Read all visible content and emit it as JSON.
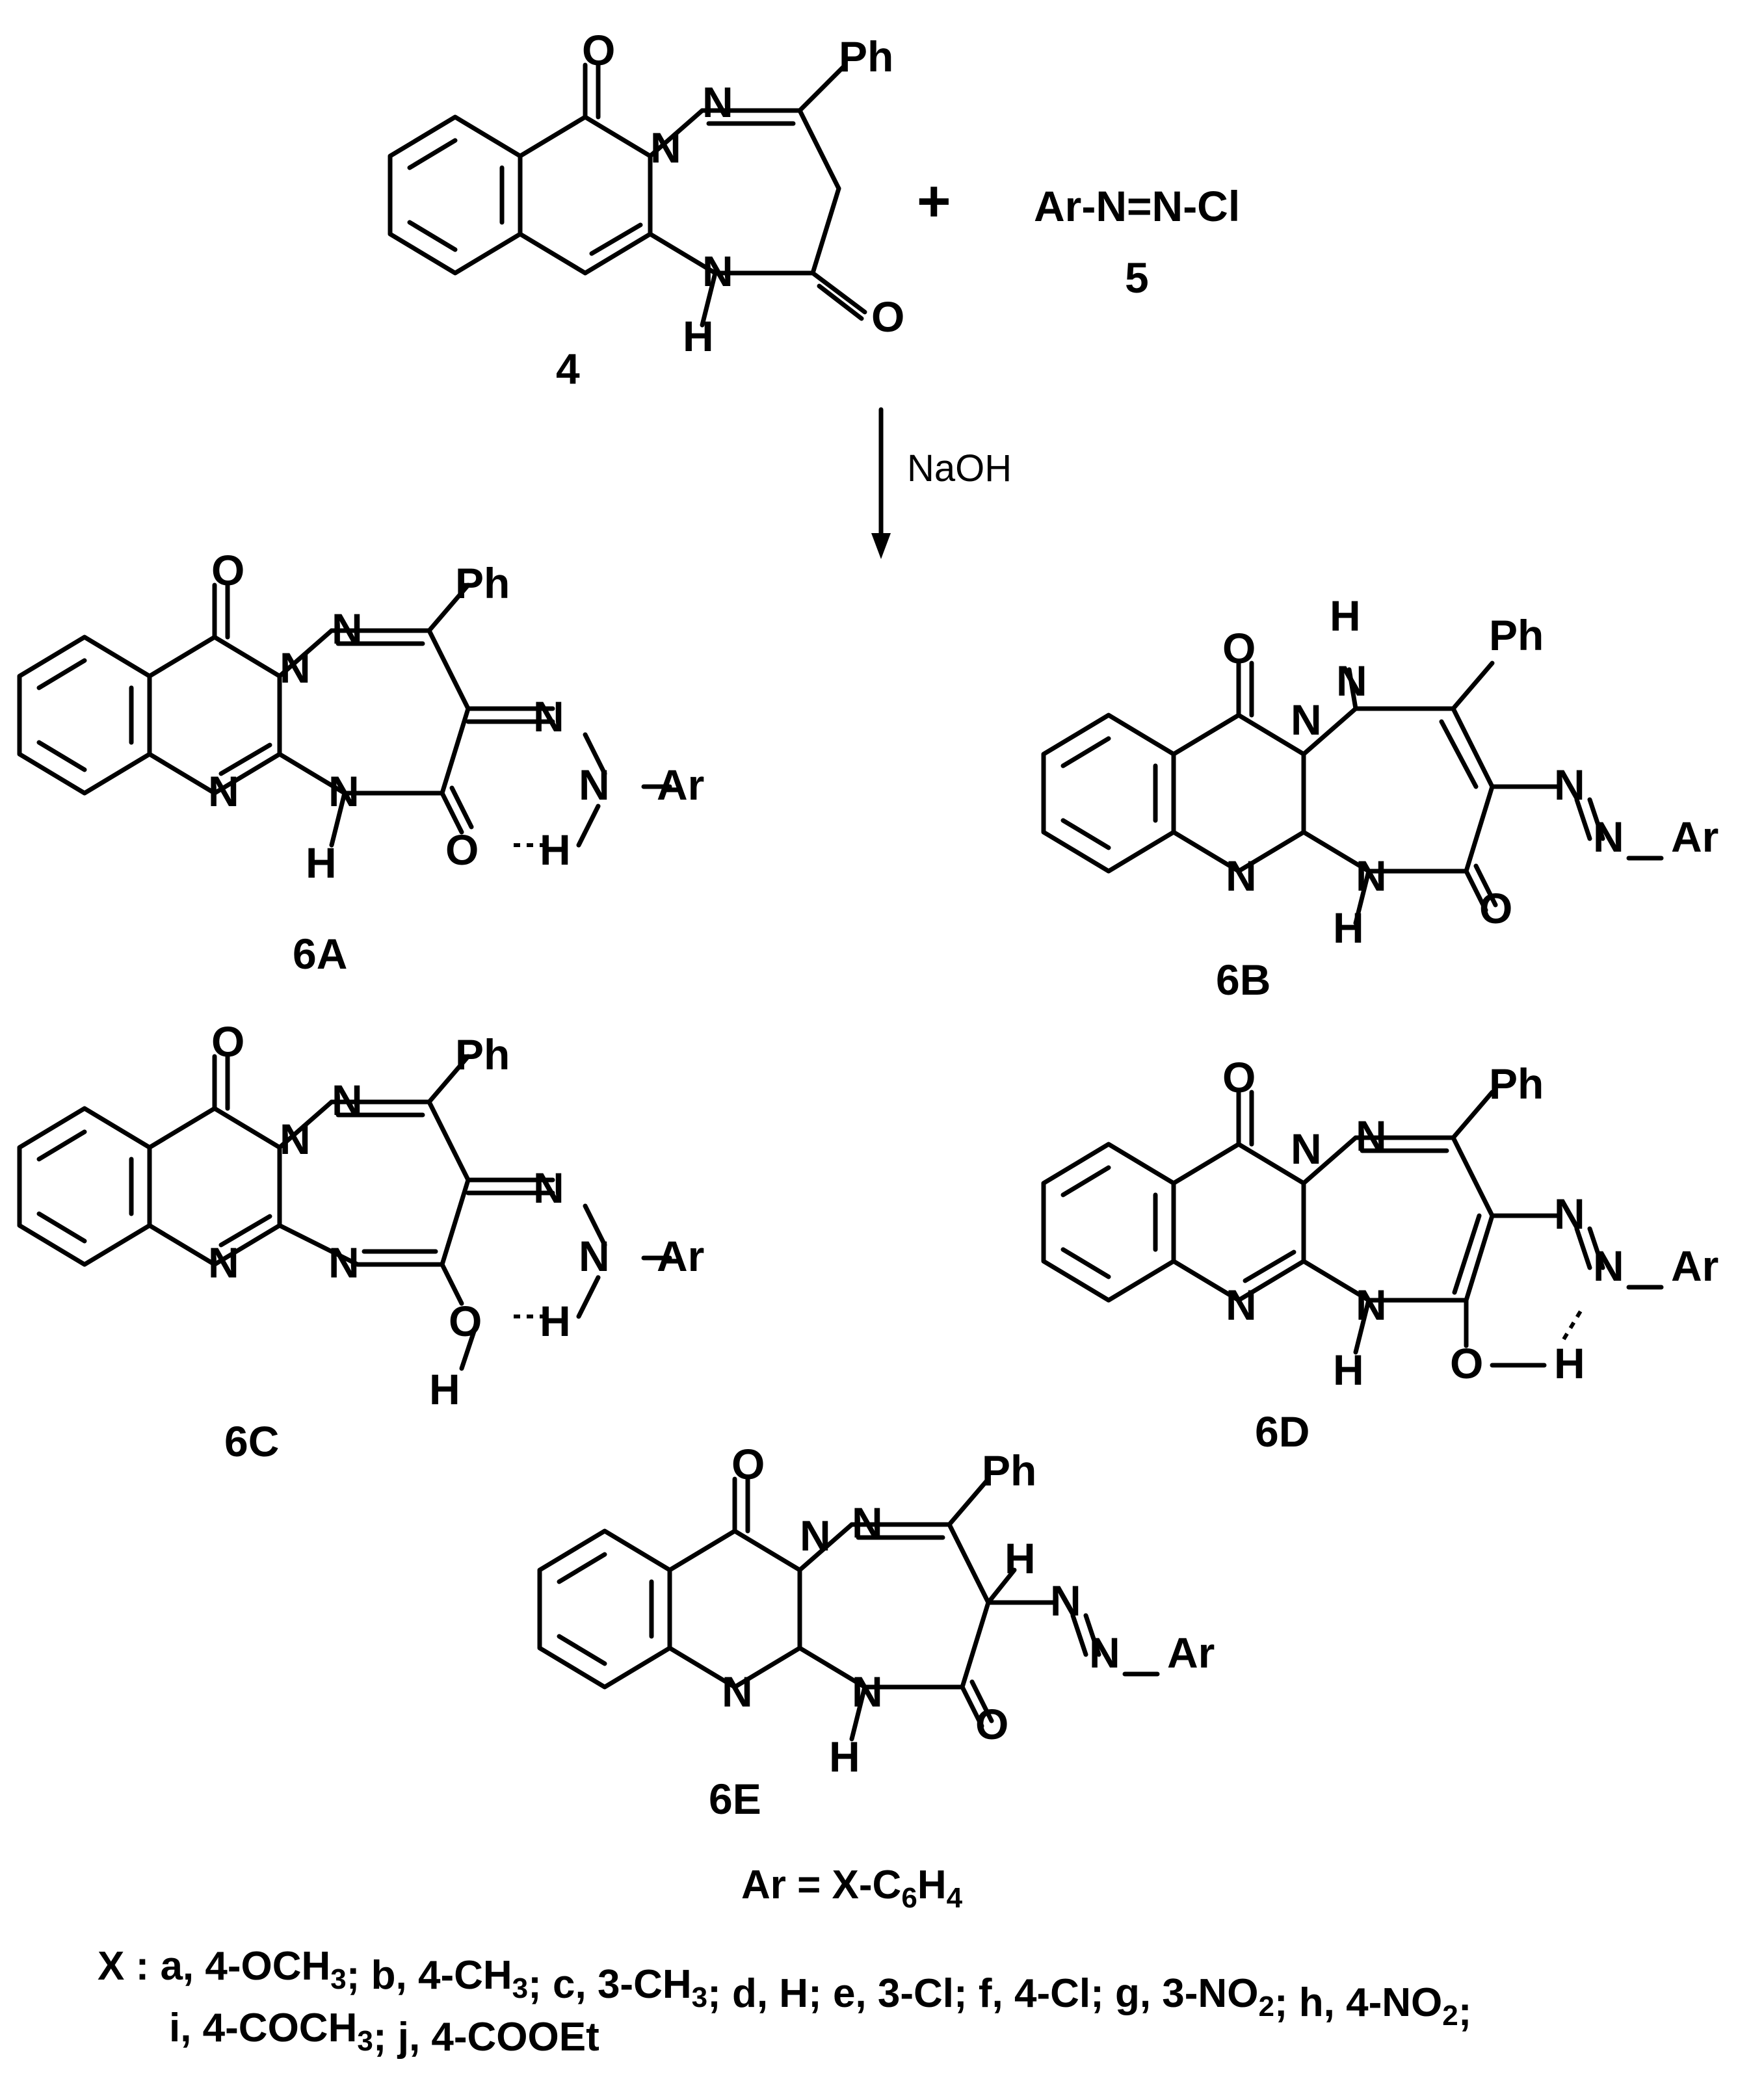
{
  "labels": {
    "O": "O",
    "N": "N",
    "NH_H": "H",
    "Ph": "Ph",
    "Ar": "Ar",
    "plus": "+",
    "reagent_5": "Ar-N=N-Cl",
    "condition": "NaOH"
  },
  "compounds": {
    "c4": "4",
    "c5": "5",
    "c6A": "6A",
    "c6B": "6B",
    "c6C": "6C",
    "c6D": "6D",
    "c6E": "6E"
  },
  "footnote": {
    "ar_prefix": "Ar = X-C",
    "ar_sub1": "6",
    "ar_mid": "H",
    "ar_sub2": "4",
    "x_line1": [
      {
        "t": "X : a, 4-OCH",
        "sub": "3"
      },
      {
        "t": "; b, 4-CH",
        "sub": "3"
      },
      {
        "t": "; c, 3-CH",
        "sub": "3"
      },
      {
        "t": "; d, H; e, 3-Cl; f, 4-Cl; g, 3-NO",
        "sub": "2"
      },
      {
        "t": "; h, 4-NO",
        "sub": "2"
      },
      {
        "t": ";",
        "sub": ""
      }
    ],
    "x_line2": [
      {
        "t": "i, 4-COCH",
        "sub": "3"
      },
      {
        "t": "; j, 4-COOEt",
        "sub": ""
      }
    ]
  }
}
